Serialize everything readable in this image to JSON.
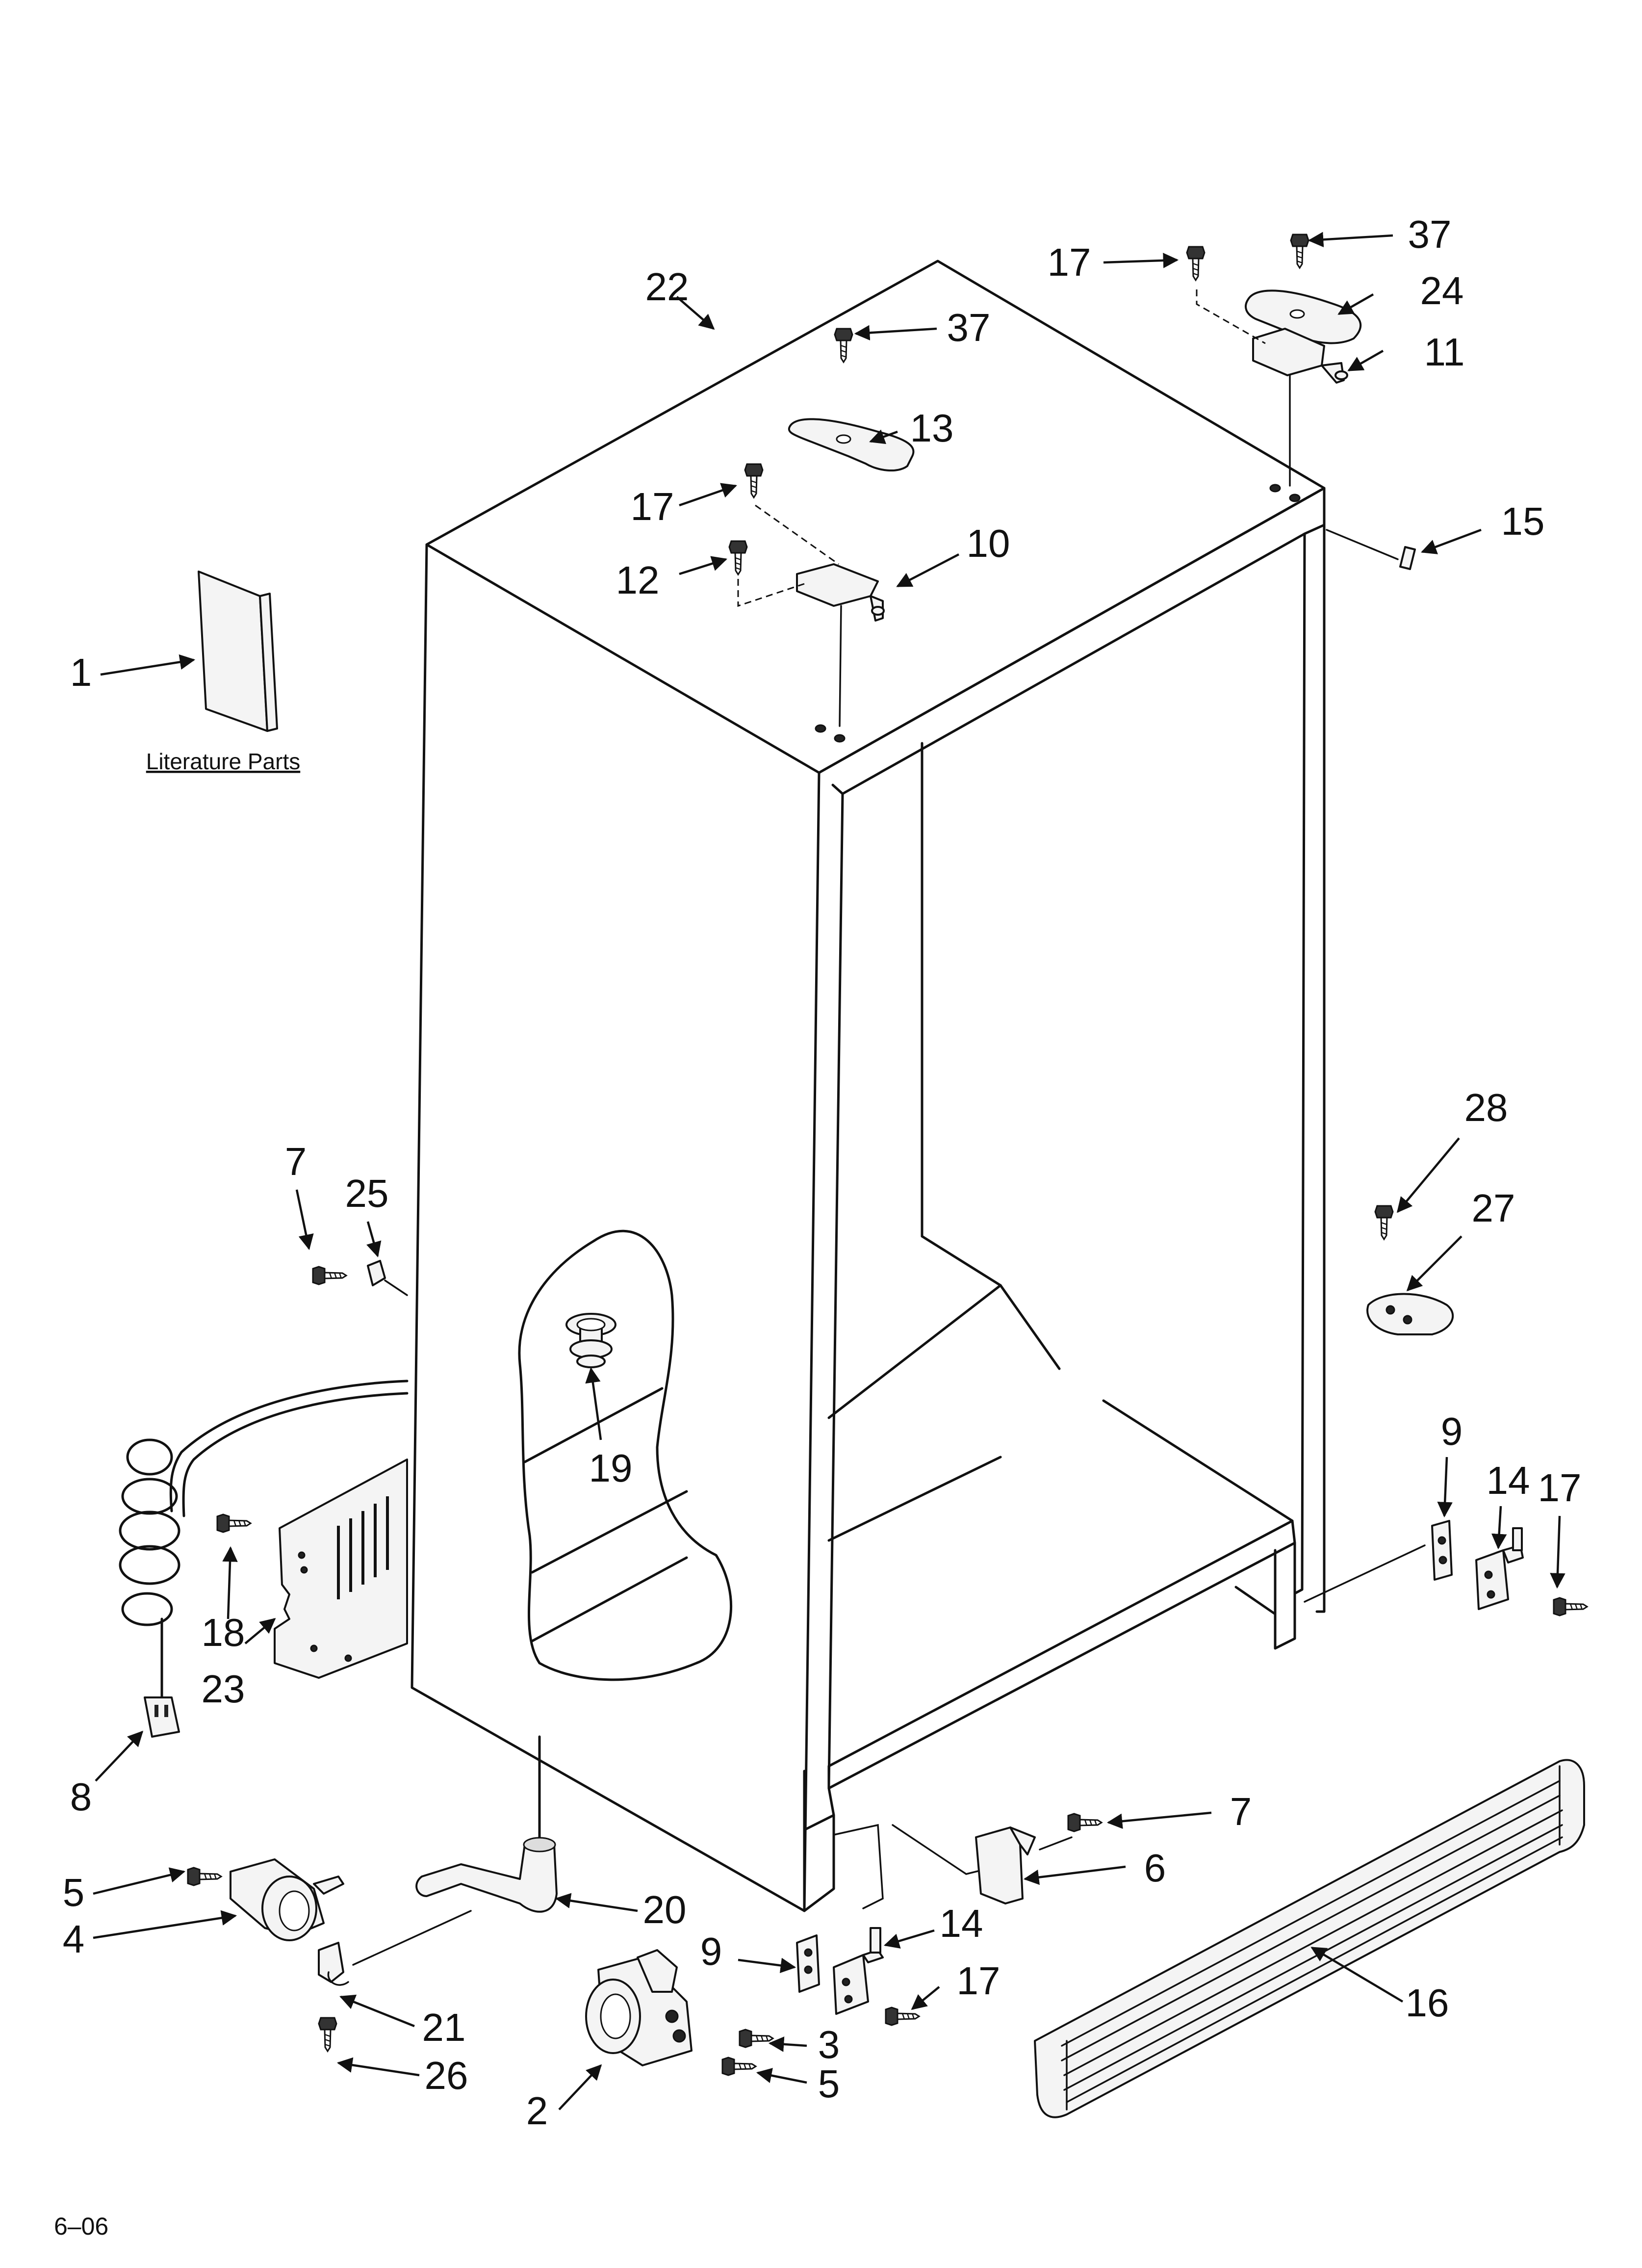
{
  "literature_label": "Literature Parts",
  "date_code": "6–06",
  "callouts": {
    "c1": "1",
    "c2": "2",
    "c3": "3",
    "c4": "4",
    "c5a": "5",
    "c5b": "5",
    "c6": "6",
    "c7a": "7",
    "c7b": "7",
    "c8": "8",
    "c9a": "9",
    "c9b": "9",
    "c10": "10",
    "c11": "11",
    "c12": "12",
    "c13": "13",
    "c14a": "14",
    "c14b": "14",
    "c15": "15",
    "c16": "16",
    "c17a": "17",
    "c17b": "17",
    "c17c": "17",
    "c17d": "17",
    "c18": "18",
    "c19": "19",
    "c20": "20",
    "c21": "21",
    "c22": "22",
    "c23": "23",
    "c24": "24",
    "c25": "25",
    "c26": "26",
    "c27": "27",
    "c28": "28",
    "c37a": "37",
    "c37b": "37"
  }
}
